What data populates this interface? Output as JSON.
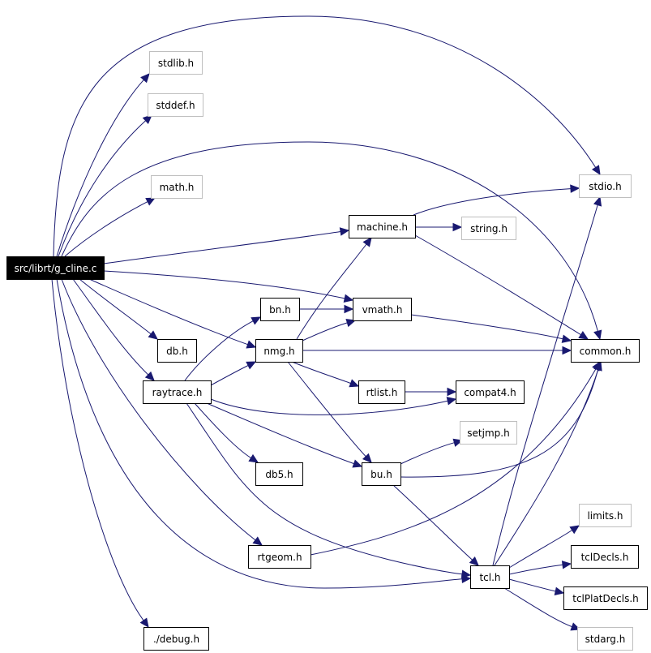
{
  "graph": {
    "root": "src/librt/g_cline.c",
    "nodes": {
      "g_cline": "src/librt/g_cline.c",
      "stdlib": "stdlib.h",
      "stddef": "stddef.h",
      "math": "math.h",
      "stdio": "stdio.h",
      "machine": "machine.h",
      "string": "string.h",
      "bn": "bn.h",
      "vmath": "vmath.h",
      "db": "db.h",
      "nmg": "nmg.h",
      "common": "common.h",
      "raytrace": "raytrace.h",
      "rtlist": "rtlist.h",
      "compat4": "compat4.h",
      "setjmp": "setjmp.h",
      "db5": "db5.h",
      "bu": "bu.h",
      "limits": "limits.h",
      "rtgeom": "rtgeom.h",
      "tcl": "tcl.h",
      "tclDecls": "tclDecls.h",
      "tclPlatDecls": "tclPlatDecls.h",
      "stdarg": "stdarg.h",
      "debug": "./debug.h"
    },
    "external_headers": [
      "stdlib",
      "stddef",
      "math",
      "stdio",
      "string",
      "setjmp",
      "limits",
      "stdarg"
    ],
    "edges": [
      [
        "g_cline",
        "stdlib"
      ],
      [
        "g_cline",
        "stddef"
      ],
      [
        "g_cline",
        "math"
      ],
      [
        "g_cline",
        "stdio"
      ],
      [
        "g_cline",
        "common"
      ],
      [
        "g_cline",
        "machine"
      ],
      [
        "g_cline",
        "vmath"
      ],
      [
        "g_cline",
        "db"
      ],
      [
        "g_cline",
        "nmg"
      ],
      [
        "g_cline",
        "raytrace"
      ],
      [
        "g_cline",
        "rtgeom"
      ],
      [
        "g_cline",
        "tcl"
      ],
      [
        "g_cline",
        "debug"
      ],
      [
        "machine",
        "stdio"
      ],
      [
        "machine",
        "string"
      ],
      [
        "machine",
        "common"
      ],
      [
        "bn",
        "vmath"
      ],
      [
        "vmath",
        "common"
      ],
      [
        "nmg",
        "machine"
      ],
      [
        "nmg",
        "vmath"
      ],
      [
        "nmg",
        "common"
      ],
      [
        "nmg",
        "rtlist"
      ],
      [
        "nmg",
        "bu"
      ],
      [
        "raytrace",
        "bn"
      ],
      [
        "raytrace",
        "nmg"
      ],
      [
        "raytrace",
        "compat4"
      ],
      [
        "raytrace",
        "db5"
      ],
      [
        "raytrace",
        "bu"
      ],
      [
        "raytrace",
        "tcl"
      ],
      [
        "rtlist",
        "compat4"
      ],
      [
        "bu",
        "setjmp"
      ],
      [
        "bu",
        "common"
      ],
      [
        "bu",
        "tcl"
      ],
      [
        "rtgeom",
        "common"
      ],
      [
        "tcl",
        "stdio"
      ],
      [
        "tcl",
        "common"
      ],
      [
        "tcl",
        "limits"
      ],
      [
        "tcl",
        "tclDecls"
      ],
      [
        "tcl",
        "tclPlatDecls"
      ],
      [
        "tcl",
        "stdarg"
      ]
    ]
  }
}
